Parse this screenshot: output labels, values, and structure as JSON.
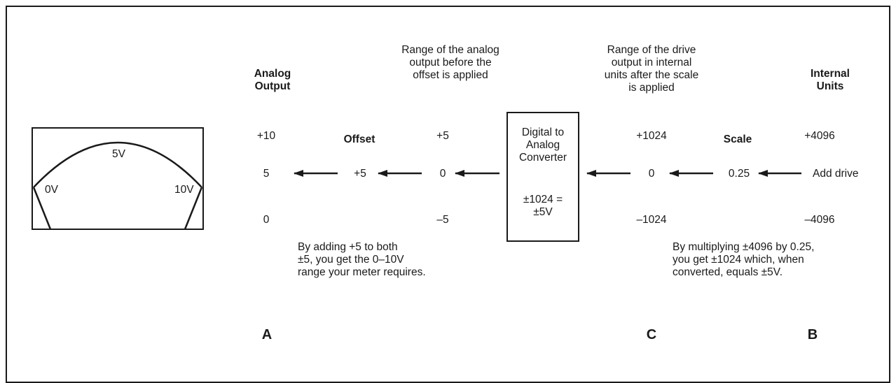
{
  "meter": {
    "mid_label": "5V",
    "min_label": "0V",
    "max_label": "10V"
  },
  "analog_output": {
    "heading_line1": "Analog",
    "heading_line2": "Output",
    "top": "+10",
    "middle": "5",
    "bottom": "0",
    "letter": "A"
  },
  "offset": {
    "heading": "Offset",
    "value": "+5"
  },
  "before_offset": {
    "caption_line1": "Range of the analog",
    "caption_line2": "output before the",
    "caption_line3": "offset is applied",
    "top": "+5",
    "middle": "0",
    "bottom": "–5"
  },
  "offset_note": {
    "line1": "By adding +5 to both",
    "line2": "±5, you get the 0–10V",
    "line3": "range your meter requires."
  },
  "converter": {
    "line1": "Digital to",
    "line2": "Analog",
    "line3": "Converter",
    "line4": "±1024 =",
    "line5": "±5V"
  },
  "after_scale": {
    "caption_line1": "Range of the drive",
    "caption_line2": "output in internal",
    "caption_line3": "units after the scale",
    "caption_line4": "is applied",
    "top": "+1024",
    "middle": "0",
    "bottom": "–1024",
    "letter": "C"
  },
  "scale": {
    "heading": "Scale",
    "value": "0.25"
  },
  "internal_units": {
    "heading_line1": "Internal",
    "heading_line2": "Units",
    "top": "+4096",
    "middle_label": "Add drive",
    "bottom": "–4096",
    "letter": "B"
  },
  "scale_note": {
    "line1": "By multiplying ±4096 by 0.25,",
    "line2": "you get ±1024 which, when",
    "line3": "converted, equals ±5V."
  }
}
